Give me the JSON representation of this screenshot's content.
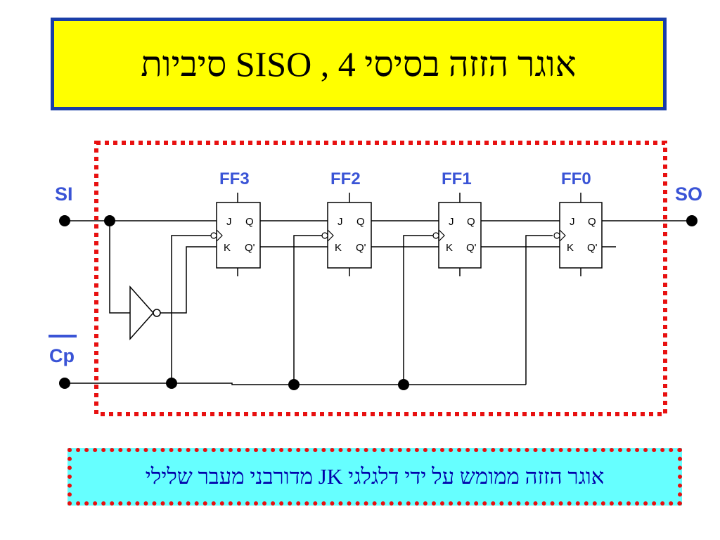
{
  "title": "אוגר הזזה בסיסי SISO , 4  סיביות",
  "caption": "אוגר הזזה ממומש על ידי דלגלגי JK מדורבני מעבר שלילי",
  "circuit": {
    "input_label": "SI",
    "output_label": "SO",
    "clock_label": "Cp",
    "flip_flops": [
      {
        "name": "FF3",
        "pins": {
          "j": "J",
          "k": "K",
          "q": "Q",
          "qbar": "Q'"
        }
      },
      {
        "name": "FF2",
        "pins": {
          "j": "J",
          "k": "K",
          "q": "Q",
          "qbar": "Q'"
        }
      },
      {
        "name": "FF1",
        "pins": {
          "j": "J",
          "k": "K",
          "q": "Q",
          "qbar": "Q'"
        }
      },
      {
        "name": "FF0",
        "pins": {
          "j": "J",
          "k": "K",
          "q": "Q",
          "qbar": "Q'"
        }
      }
    ]
  },
  "colors": {
    "title_bg": "#ffff00",
    "title_border": "#1a3ea8",
    "caption_bg": "#66ffff",
    "dotted_border": "#e81010",
    "label_blue": "#3a54d6",
    "caption_text": "#0000aa"
  }
}
